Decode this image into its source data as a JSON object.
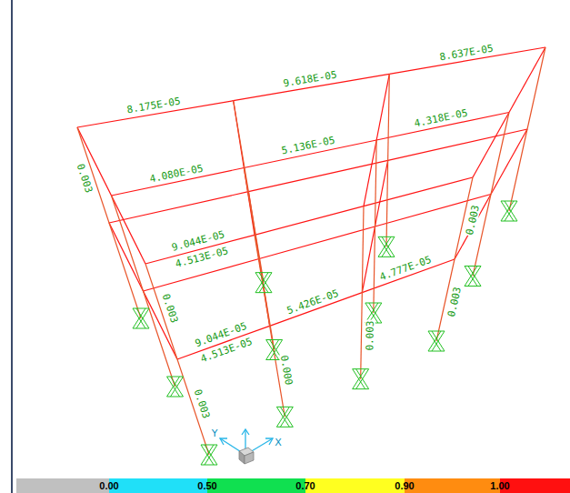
{
  "diagram": {
    "labels": [
      "8.175E-05",
      "9.618E-05",
      "8.637E-05",
      "4.080E-05",
      "5.136E-05",
      "4.318E-05",
      "9.044E-05",
      "4.513E-05",
      "9.044E-05",
      "4.513E-05",
      "5.426E-05",
      "4.777E-05",
      "0.003",
      "0.000",
      "0.003",
      "0.003",
      "0.003",
      "0.003",
      "0.003",
      "X",
      "Y"
    ],
    "legend": [
      {
        "text": "0.00",
        "color": "#c0c0c0"
      },
      {
        "text": "0.50",
        "color": "#20e0f8"
      },
      {
        "text": "0.70",
        "color": "#10e050"
      },
      {
        "text": "0.90",
        "color": "#ffff20"
      },
      {
        "text": "1.00",
        "color": "#ff8c10"
      }
    ]
  }
}
